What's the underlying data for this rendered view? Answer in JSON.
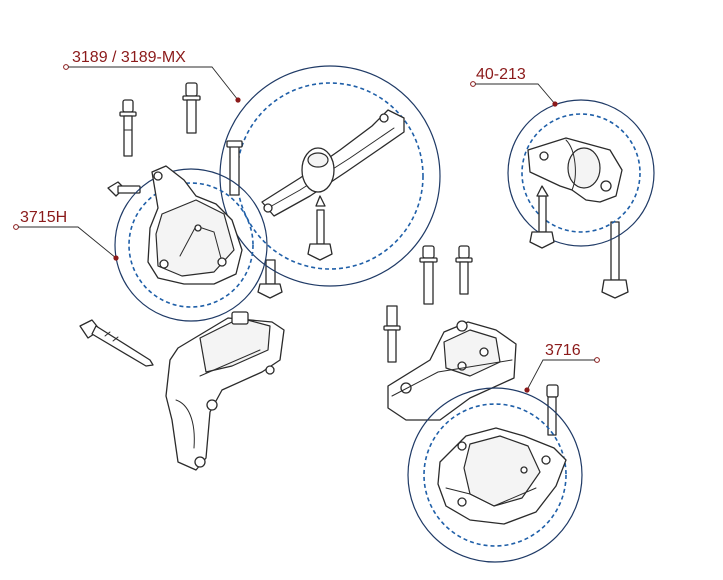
{
  "colors": {
    "callout": "#8b1a1a",
    "ring_outer": "#1f3a66",
    "ring_inner": "#1f5fa8",
    "line_art": "#2b2b2b"
  },
  "callouts": [
    {
      "id": "engine-support",
      "label": "3189 / 3189-MX"
    },
    {
      "id": "gearbox-bracket",
      "label": "40-213"
    },
    {
      "id": "engine-mount",
      "label": "3715H"
    },
    {
      "id": "gearbox-mount",
      "label": "3716"
    }
  ]
}
